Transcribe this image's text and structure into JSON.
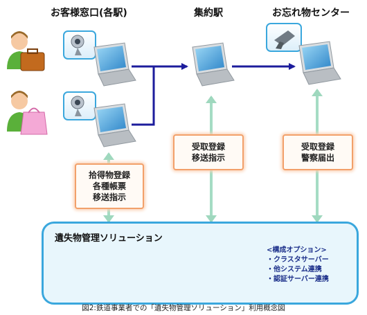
{
  "headers": {
    "counter": "お客様窓口(各駅)",
    "hub": "集約駅",
    "lost_found_center": "お忘れ物センター"
  },
  "boxes": {
    "counter_box": [
      "拾得物登録",
      "各種帳票",
      "移送指示"
    ],
    "hub_box": [
      "受取登録",
      "移送指示"
    ],
    "center_box": [
      "受取登録",
      "警察届出"
    ]
  },
  "solution": {
    "title": "遺失物管理ソリューション",
    "options_heading": "<構成オプション>",
    "options": [
      "・クラスタサーバー",
      "・他システム連携",
      "・認証サーバー連携"
    ]
  },
  "caption": "図2:鉄道事業者での「遺失物管理ソリューション」利用概念図",
  "colors": {
    "flow_arrow": "#1c1c9c",
    "sync_arrow": "#a5dcc4",
    "box_border": "#f2a06a",
    "panel_border": "#3aa7dd",
    "panel_fill": "#e8f6fc"
  },
  "icons": [
    "person-briefcase-icon",
    "person-shopping-bag-icon",
    "webcam-icon",
    "barcode-scanner-icon",
    "laptop-icon",
    "server-icon",
    "database-icon"
  ]
}
